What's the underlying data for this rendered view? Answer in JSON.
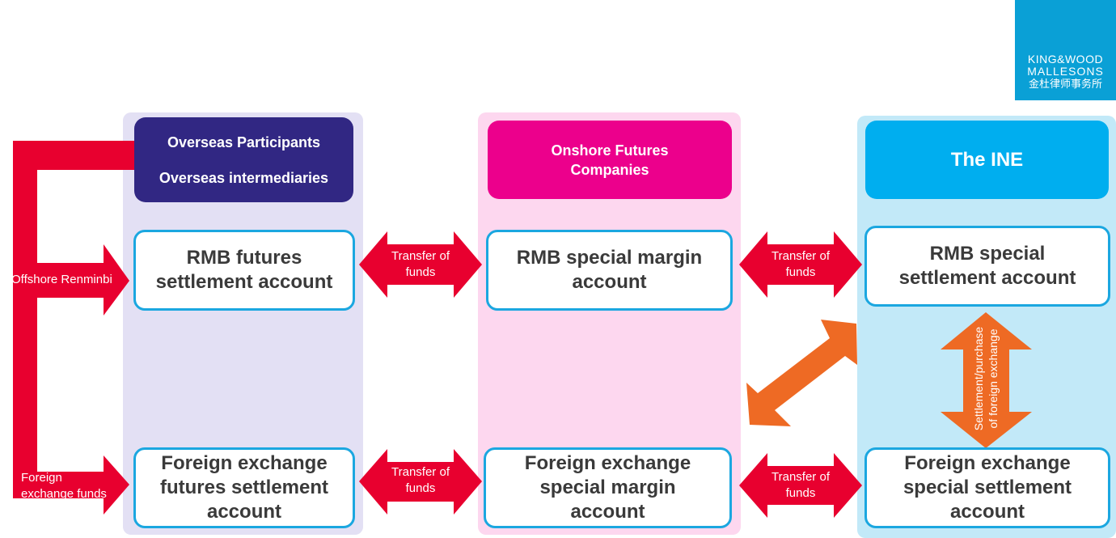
{
  "logo": {
    "line1": "KING&WOOD",
    "line2": "MALLESONS",
    "line3": "金杜律师事务所"
  },
  "colors": {
    "overseas_bg": "#e3e0f4",
    "overseas_header": "#312783",
    "onshore_bg": "#fdd7ef",
    "onshore_header": "#ec008c",
    "ine_bg": "#c2e9f8",
    "ine_header": "#00aeef",
    "account_border": "#1ba7e0",
    "red_arrow": "#e8002f",
    "orange_arrow": "#ee6a24"
  },
  "columns": {
    "overseas": {
      "header_line1": "Overseas Participants",
      "header_line2": "Overseas intermediaries",
      "rmb_account": "RMB futures\nsettlement account",
      "fx_account": "Foreign exchange\nfutures settlement\naccount"
    },
    "onshore": {
      "header": "Onshore Futures\nCompanies",
      "rmb_account": "RMB special margin\naccount",
      "fx_account": "Foreign exchange\nspecial margin\naccount"
    },
    "ine": {
      "header": "The INE",
      "rmb_account": "RMB special\nsettlement account",
      "fx_account": "Foreign exchange\nspecial settlement\naccount"
    }
  },
  "arrows": {
    "offshore_rmb": "Offshore Renminbi",
    "fx_funds": "Foreign\nexchange funds",
    "transfer_1": "Transfer of\nfunds",
    "transfer_2": "Transfer of\nfunds",
    "transfer_3": "Transfer of\nfunds",
    "transfer_4": "Transfer of\nfunds",
    "settlement": "Settlement/purchase\nof foreign exchange"
  }
}
